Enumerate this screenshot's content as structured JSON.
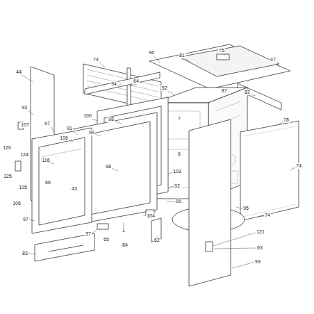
{
  "diagram": {
    "labels": [
      "74",
      "96",
      "81",
      "75",
      "47",
      "44",
      "94",
      "64",
      "52",
      "87",
      "82",
      "93",
      "97",
      "100",
      "98",
      "91",
      "7",
      "78",
      "107",
      "106",
      "99",
      "120",
      "124",
      "116",
      "6",
      "98",
      "74",
      "103",
      "125",
      "66",
      "43",
      "92",
      "105",
      "99",
      "106",
      "95",
      "104",
      "97",
      "1",
      "121",
      "37",
      "65",
      "62",
      "84",
      "63",
      "83",
      "93",
      "74"
    ]
  }
}
